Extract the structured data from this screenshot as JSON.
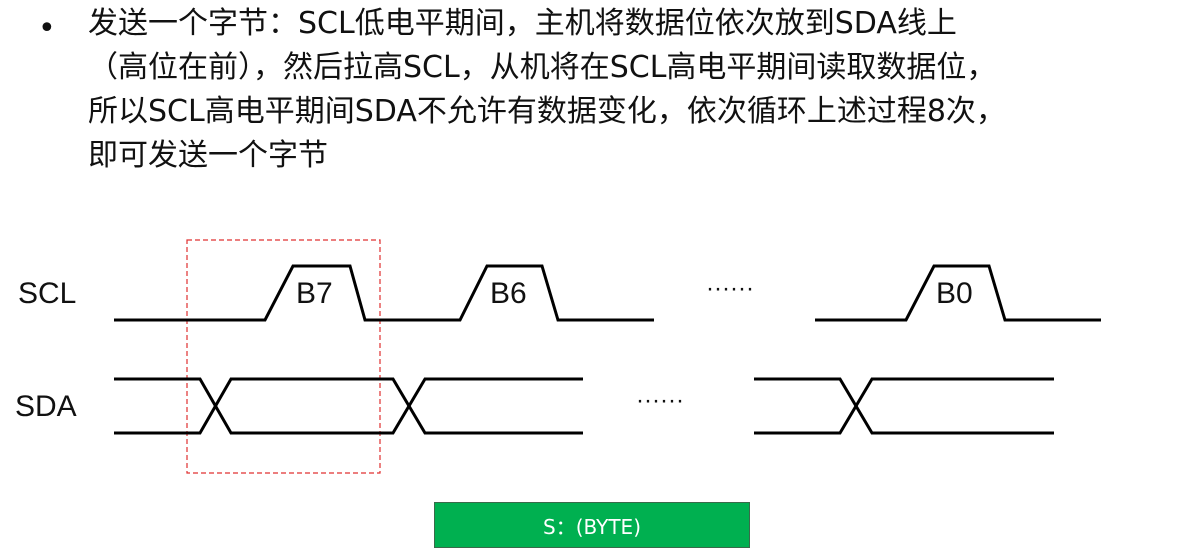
{
  "description": {
    "bullet": "•",
    "lines": [
      "发送一个字节：SCL低电平期间，主机将数据位依次放到SDA线上",
      "（高位在前），然后拉高SCL，从机将在SCL高电平期间读取数据位，",
      "所以SCL高电平期间SDA不允许有数据变化，依次循环上述过程8次，",
      "即可发送一个字节"
    ]
  },
  "diagram": {
    "scl_label": "SCL",
    "sda_label": "SDA",
    "bits": [
      "B7",
      "B6",
      "B0"
    ],
    "scl_ellipsis": "······",
    "sda_ellipsis": "······"
  },
  "byte_box": {
    "label": "S：(BYTE)",
    "color": "#00b050"
  }
}
